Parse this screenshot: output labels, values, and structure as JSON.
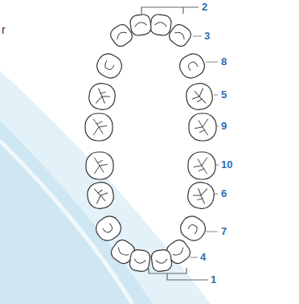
{
  "diagram": {
    "labels": [
      "r",
      "2",
      "3",
      "8",
      "5",
      "9",
      "10",
      "6",
      "7",
      "4",
      "1"
    ]
  }
}
